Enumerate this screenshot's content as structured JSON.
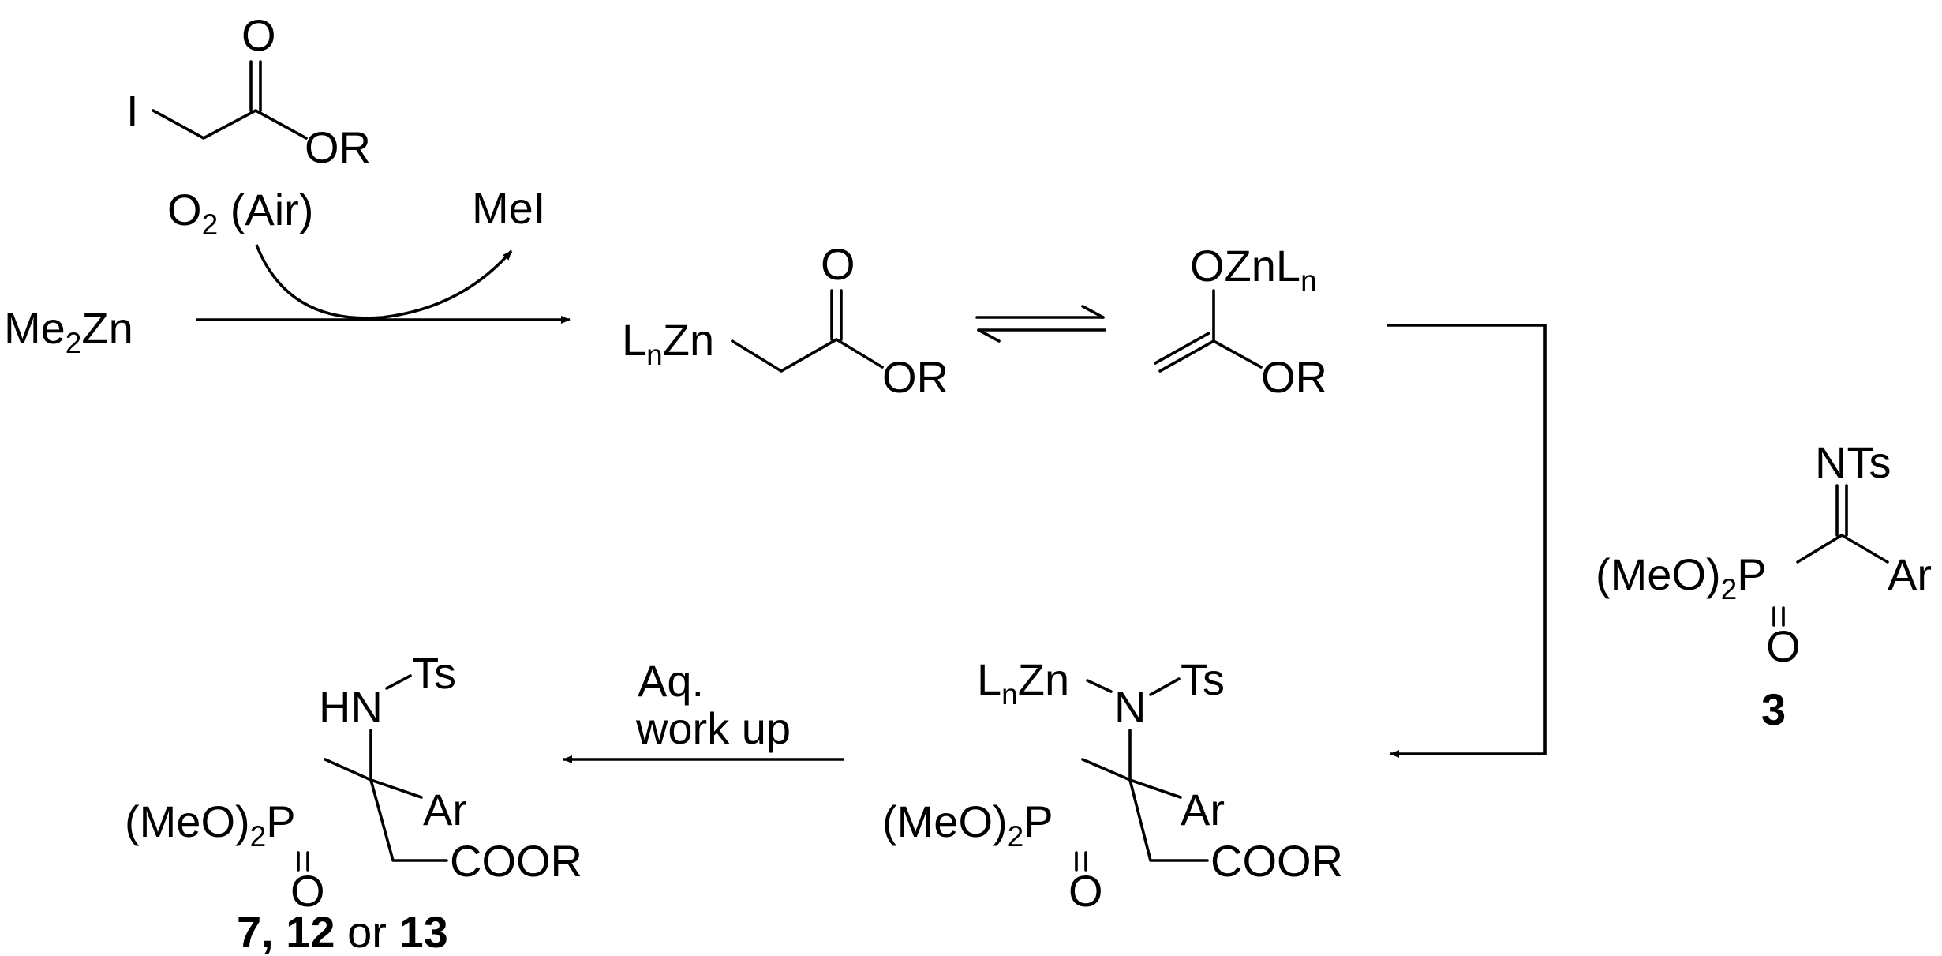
{
  "scheme": {
    "reagents": {
      "oxygen": "O",
      "oxygen_sub": "2",
      "air": " (Air)",
      "byproduct": "MeI"
    },
    "iodoacetate": {
      "iodine": "I",
      "carbonyl_o": "O",
      "ester": "OR"
    },
    "dimethylzinc": {
      "me": "Me",
      "sub": "2",
      "zn": "Zn"
    },
    "zinc_ester": {
      "l": "L",
      "n": "n",
      "zn": "Zn",
      "carbonyl_o": "O",
      "ester": "OR"
    },
    "zinc_enolate": {
      "ozn": "OZnL",
      "n": "n",
      "ester": "OR"
    },
    "imine": {
      "nts": "NTs",
      "meo": "(MeO)",
      "sub": "2",
      "p": "P",
      "o": "O",
      "ar": "Ar",
      "label": "3"
    },
    "adduct": {
      "l": "L",
      "n": "n",
      "zn": "Zn",
      "nitrogen": "N",
      "ts": "Ts",
      "meo": "(MeO)",
      "sub": "2",
      "p": "P",
      "o": "O",
      "ar": "Ar",
      "coor": "COOR"
    },
    "workup": {
      "line1": "Aq.",
      "line2": "work up"
    },
    "product": {
      "hn": "HN",
      "ts": "Ts",
      "meo": "(MeO)",
      "sub": "2",
      "p": "P",
      "o": "O",
      "ar": "Ar",
      "coor": "COOR",
      "label_a": "7, 12",
      "label_or": " or ",
      "label_b": "13"
    }
  }
}
